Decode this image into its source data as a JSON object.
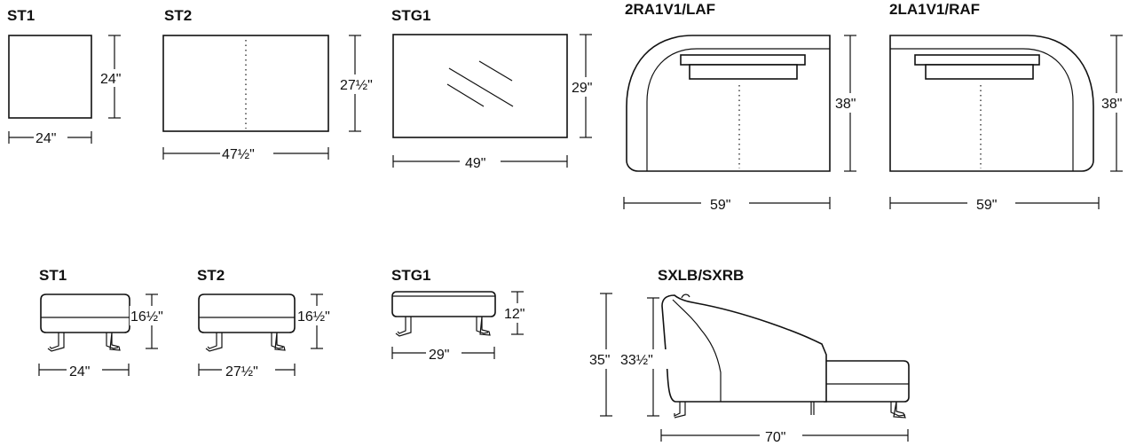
{
  "top_row": {
    "st1": {
      "label": "ST1",
      "width": "24\"",
      "height": "24\""
    },
    "st2": {
      "label": "ST2",
      "width": "47½\"",
      "height": "27½\""
    },
    "stg1": {
      "label": "STG1",
      "width": "49\"",
      "height": "29\""
    },
    "raf_left": {
      "label": "2RA1V1/LAF",
      "width": "59\"",
      "height": "38\""
    },
    "raf_right": {
      "label": "2LA1V1/RAF",
      "width": "59\"",
      "height": "38\""
    }
  },
  "bottom_row": {
    "st1": {
      "label": "ST1",
      "width": "24\"",
      "height": "16½\""
    },
    "st2": {
      "label": "ST2",
      "width": "27½\"",
      "height": "16½\""
    },
    "stg1": {
      "label": "STG1",
      "width": "29\"",
      "height": "12\""
    },
    "sxlb": {
      "label": "SXLB/SXRB",
      "width": "70\"",
      "height_outer": "35\"",
      "height_inner": "33½\""
    }
  }
}
